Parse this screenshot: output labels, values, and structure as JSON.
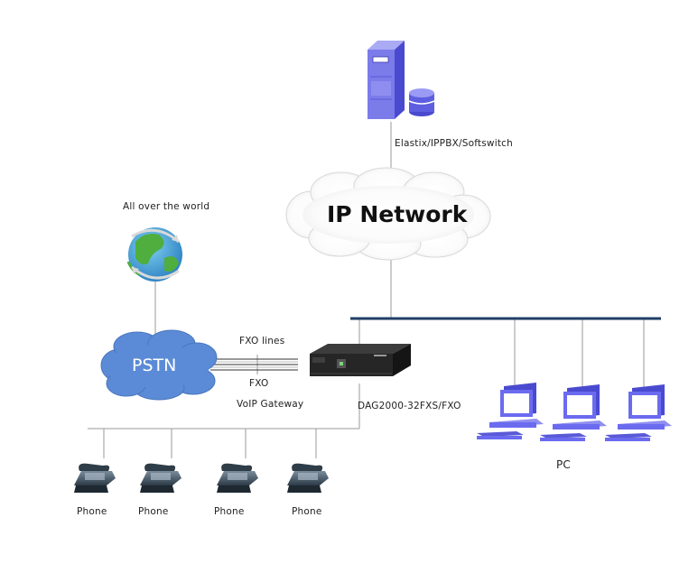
{
  "server": {
    "label": "Elastix/IPPBX/Softswitch",
    "icon": "server-database-icon"
  },
  "ip_network": {
    "label": "IP Network",
    "icon": "cloud-icon"
  },
  "world": {
    "label": "All over the world",
    "icon": "globe-icon"
  },
  "pstn": {
    "label": "PSTN",
    "icon": "cloud-icon",
    "fill": "#5b8bd6"
  },
  "gateway": {
    "lines_label": "FXO lines",
    "port_label": "FXO",
    "type_label": "VoIP Gateway",
    "model_label": "DAG2000-32FXS/FXO",
    "icon": "voip-gateway-icon"
  },
  "phones": [
    {
      "label": "Phone"
    },
    {
      "label": "Phone"
    },
    {
      "label": "Phone"
    },
    {
      "label": "Phone"
    }
  ],
  "pcs": {
    "label": "PC",
    "count": 3,
    "color": "#6b6bf0"
  },
  "colors": {
    "bus": "#1f3f66",
    "line": "#9a9a9a",
    "computer": "#6b6bf0",
    "server": "#7b7bea"
  }
}
